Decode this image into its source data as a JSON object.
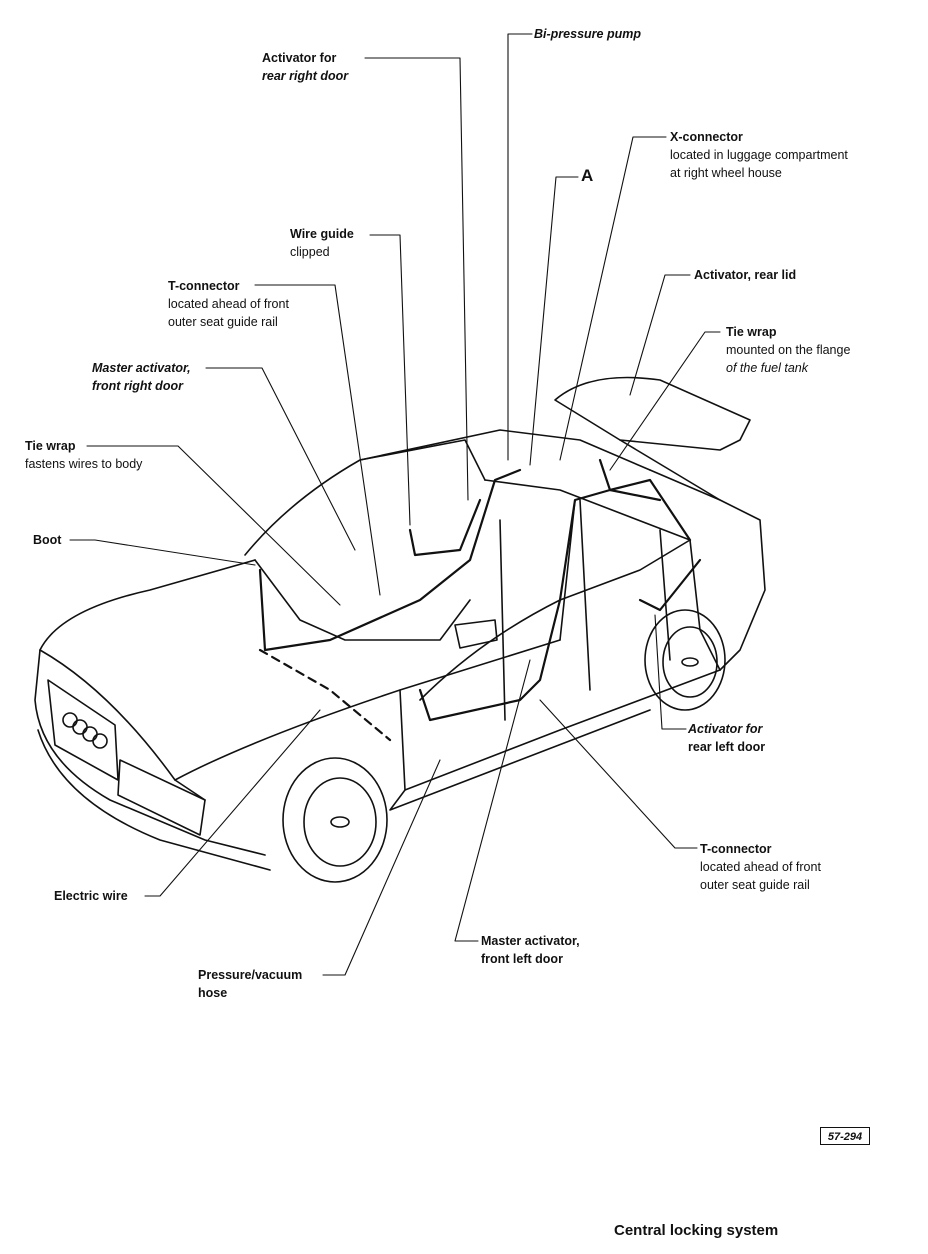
{
  "labels": {
    "bi_pressure_pump": "Bi-pressure pump",
    "activator_rear_right_title": "Activator for",
    "activator_rear_right_sub": "rear right door",
    "x_connector_title": "X-connector",
    "x_connector_line1": "located in luggage compartment",
    "x_connector_line2": "at right wheel house",
    "ref_a": "A",
    "wire_guide_title": "Wire guide",
    "wire_guide_sub": "clipped",
    "activator_rear_lid": "Activator, rear lid",
    "t_connector_right_title": "T-connector",
    "t_connector_right_line1": "located ahead of front",
    "t_connector_right_line2": "outer seat guide rail",
    "tie_wrap_tank_title": "Tie wrap",
    "tie_wrap_tank_line1": "mounted on the flange",
    "tie_wrap_tank_line2": "of the fuel tank",
    "master_front_right_line1": "Master activator,",
    "master_front_right_line2": "front right door",
    "tie_wrap_body_title": "Tie wrap",
    "tie_wrap_body_sub": "fastens wires to body",
    "boot": "Boot",
    "activator_rear_left_line1": "Activator for",
    "activator_rear_left_line2": "rear left door",
    "t_connector_left_title": "T-connector",
    "t_connector_left_line1": "located ahead of front",
    "t_connector_left_line2": "outer seat guide rail",
    "electric_wire": "Electric wire",
    "master_front_left_line1": "Master activator,",
    "master_front_left_line2": "front left door",
    "pressure_hose_line1": "Pressure/vacuum",
    "pressure_hose_line2": "hose"
  },
  "figure_number": "57-294",
  "caption": "Central locking system"
}
